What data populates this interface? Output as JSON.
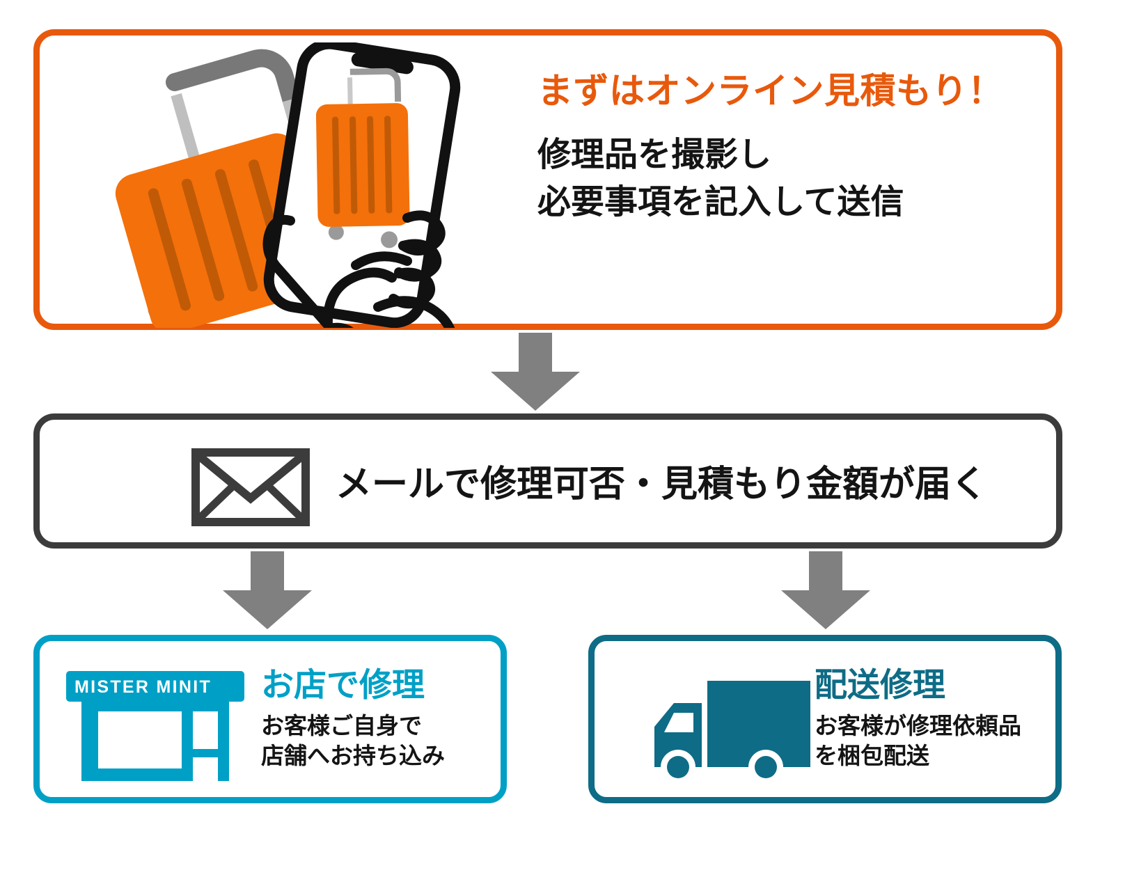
{
  "diagram": {
    "title": "Repair request flow",
    "colors": {
      "orange": "#E8590C",
      "dark_gray": "#3C3C3C",
      "cyan": "#00A0C6",
      "teal": "#0E6C86",
      "arrow_gray": "#808080",
      "suitcase_orange": "#F4700A",
      "suitcase_stripe": "#C05A06",
      "handle_gray": "#787878"
    }
  },
  "step1": {
    "headline": "まずはオンライン見積もり！",
    "body_line1": "修理品を撮影し",
    "body_line2": "必要事項を記入して送信",
    "illustration_name": "suitcase-and-phone-illustration"
  },
  "step2": {
    "label": "メールで修理可否・見積もり金額が届く",
    "icon_name": "envelope-icon"
  },
  "step3_left": {
    "title": "お店で修理",
    "caption_line1": "お客様ご自身で",
    "caption_line2": "店舗へお持ち込み",
    "sign_text": "MISTER MINIT",
    "icon_name": "storefront-icon"
  },
  "step3_right": {
    "title": "配送修理",
    "caption_line1": "お客様が修理依頼品",
    "caption_line2": "を梱包配送",
    "icon_name": "delivery-truck-icon"
  },
  "arrows": {
    "top": "arrow-down-step1-to-step2",
    "bottom_left": "arrow-down-step2-to-shop",
    "bottom_right": "arrow-down-step2-to-delivery"
  }
}
